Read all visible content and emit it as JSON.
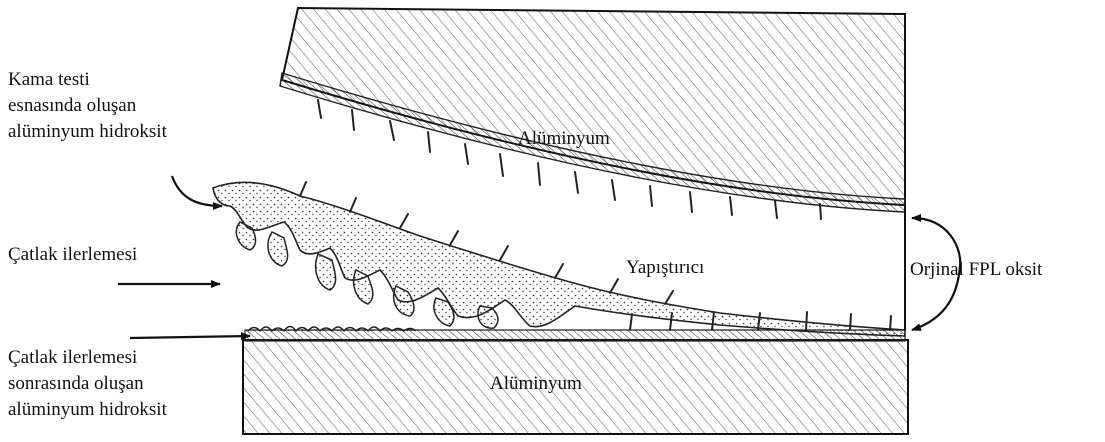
{
  "labels": {
    "kama": [
      "Kama testi",
      "esnasında oluşan",
      "alüminyum hidroksit"
    ],
    "catlak": "Çatlak ilerlemesi",
    "sonra": [
      "Çatlak ilerlemesi",
      "sonrasında oluşan",
      "alüminyum hidroksit"
    ],
    "aluminyum_top": "Alüminyum",
    "yapistirici": "Yapıştırıcı",
    "orjinal": "Orjinal FPL oksit",
    "aluminyum_bottom": "Alüminyum"
  },
  "colors": {
    "ink": "#111111",
    "hatch": "#555555",
    "background": "#ffffff"
  },
  "icons": [
    "arrow-right-icon",
    "curved-arrow-icon",
    "double-headed-curved-arrow-icon"
  ]
}
